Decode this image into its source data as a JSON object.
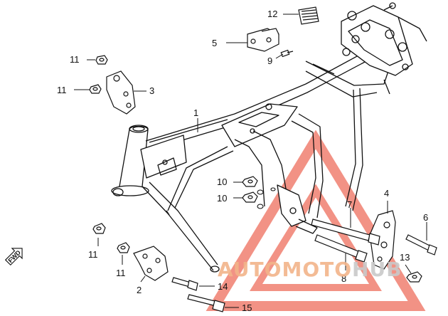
{
  "diagram": {
    "callouts": [
      {
        "id": "c12",
        "label": "12"
      },
      {
        "id": "c5",
        "label": "5"
      },
      {
        "id": "c9",
        "label": "9"
      },
      {
        "id": "c11a",
        "label": "11"
      },
      {
        "id": "c11b",
        "label": "11"
      },
      {
        "id": "c3",
        "label": "3"
      },
      {
        "id": "c1",
        "label": "1"
      },
      {
        "id": "c10a",
        "label": "10"
      },
      {
        "id": "c10b",
        "label": "10"
      },
      {
        "id": "c4",
        "label": "4"
      },
      {
        "id": "c7",
        "label": "7"
      },
      {
        "id": "c6",
        "label": "6"
      },
      {
        "id": "c11c",
        "label": "11"
      },
      {
        "id": "c11d",
        "label": "11"
      },
      {
        "id": "c13",
        "label": "13"
      },
      {
        "id": "c2",
        "label": "2"
      },
      {
        "id": "c8",
        "label": "8"
      },
      {
        "id": "c14",
        "label": "14"
      },
      {
        "id": "c15",
        "label": "15"
      }
    ],
    "fwd_label": "FWD",
    "watermark": {
      "part1": "AUTO",
      "part2": "MOTO",
      "part3": "HUB",
      "color_primary": "#f2b48a",
      "color_secondary": "#c9c9c9",
      "color_triangle": "#f08070"
    },
    "line_color": "#111111"
  }
}
